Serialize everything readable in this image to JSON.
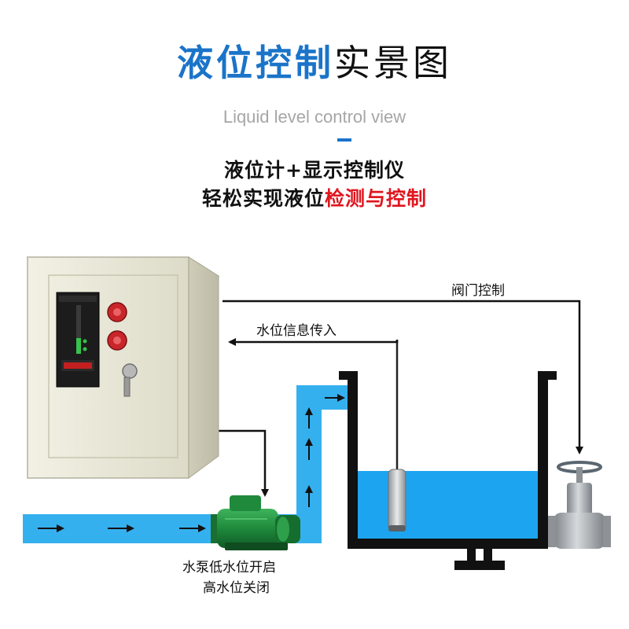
{
  "header": {
    "title_blue": "液位控制",
    "title_black": "实景图",
    "subtitle_en": "Liquid level control view",
    "accent_color": "#1a74c9"
  },
  "slogan": {
    "line1": "液位计+显示控制仪",
    "line2_black": "轻松实现液位",
    "line2_red": "检测与控制",
    "highlight_color": "#e0161f"
  },
  "diagram_labels": {
    "valve_control": "阀门控制",
    "water_level_signal": "水位信息传入",
    "pump_line1": "水泵低水位开启",
    "pump_line2": "高水位关闭"
  },
  "colors": {
    "water": "#35b0ee",
    "tank_water": "#1da4f0",
    "cabinet": "#e6e4d3",
    "pump": "#1f8a3c",
    "valve": "#a7abb0"
  },
  "icons": [
    "control-cabinet",
    "water-pump",
    "gate-valve",
    "level-sensor-probe",
    "flow-arrow"
  ]
}
